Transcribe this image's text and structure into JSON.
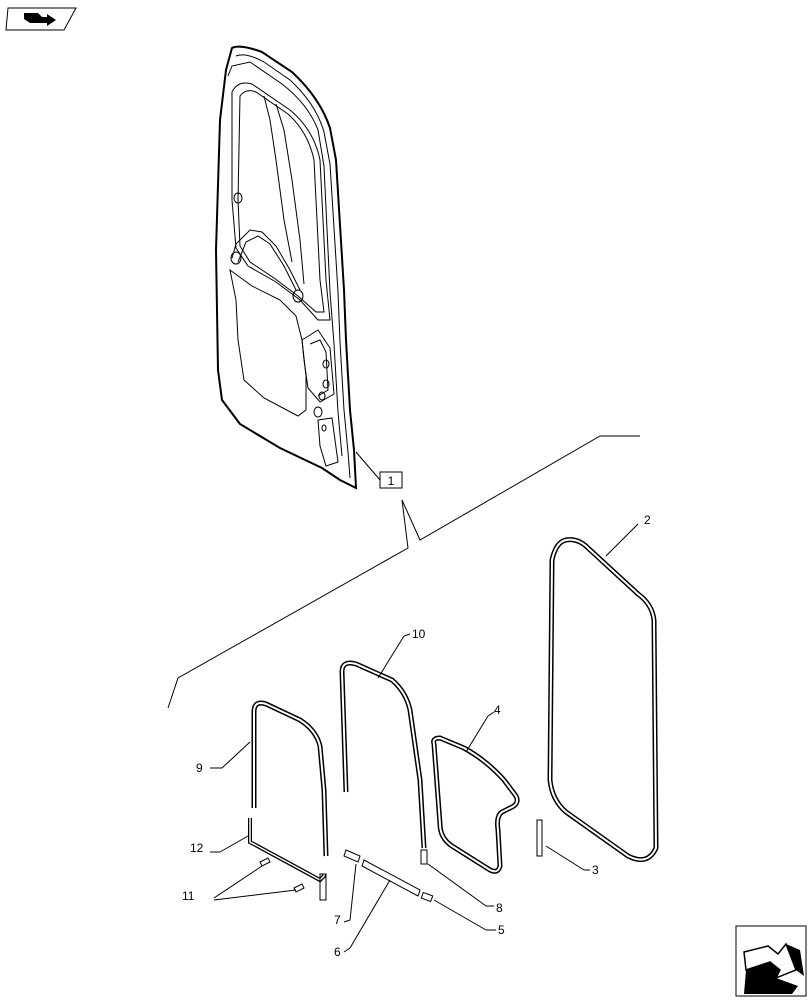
{
  "diagram": {
    "assembly_ref": "1",
    "callouts": {
      "c2": "2",
      "c3": "3",
      "c4": "4",
      "c5": "5",
      "c6": "6",
      "c7": "7",
      "c8": "8",
      "c9": "9",
      "c10": "10",
      "c11": "11",
      "c12": "12"
    }
  },
  "icons": {
    "top_left": "book-arrow-icon",
    "bottom_right": "next-page-arrow-icon"
  }
}
